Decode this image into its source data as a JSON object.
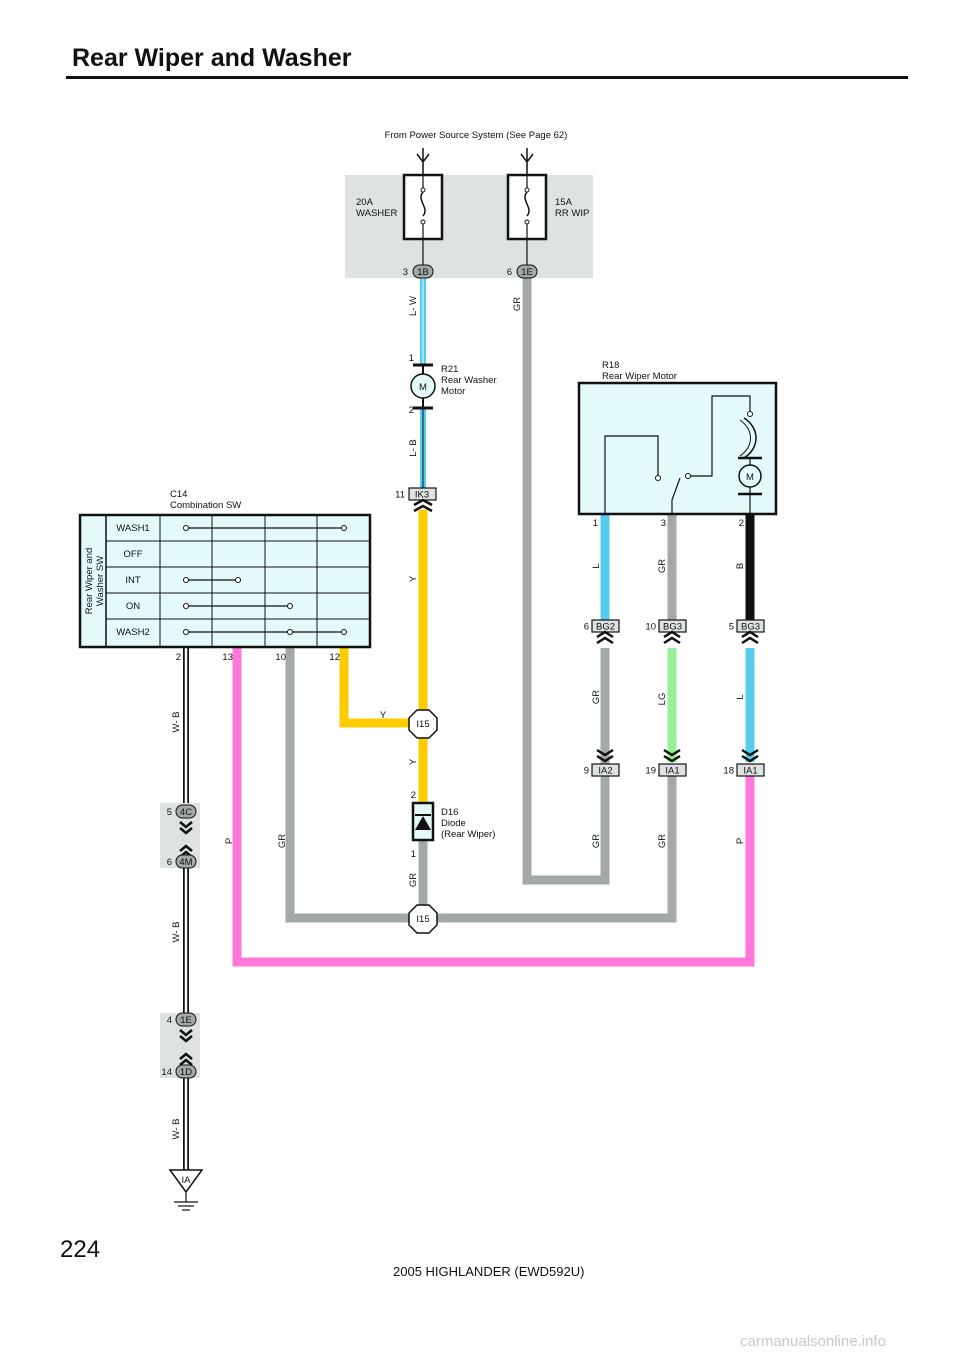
{
  "page": {
    "title": "Rear Wiper and Washer",
    "page_number": "224",
    "document_id": "2005 HIGHLANDER (EWD592U)",
    "watermark": "carmanualsonline.info"
  },
  "power_source": {
    "label": "From Power Source System (See Page 62)"
  },
  "fuses": [
    {
      "id": "washer_fuse",
      "rating": "20A",
      "name": "WASHER",
      "connector": "1B",
      "pin": "3"
    },
    {
      "id": "rr_wip_fuse",
      "rating": "15A",
      "name": "RR WIP",
      "connector": "1E",
      "pin": "6"
    }
  ],
  "washer_motor": {
    "code": "R21",
    "name_line1": "Rear Washer",
    "name_line2": "Motor",
    "symbol": "M",
    "pin_top": "1",
    "pin_bottom": "2"
  },
  "wiper_motor": {
    "code": "R18",
    "name": "Rear Wiper Motor",
    "symbol": "M",
    "pins": [
      "1",
      "3",
      "2"
    ]
  },
  "combination_switch": {
    "code": "C14",
    "name": "Combination SW",
    "side_label_line1": "Rear Wiper and",
    "side_label_line2": "Washer SW",
    "rows": [
      "WASH1",
      "OFF",
      "INT",
      "ON",
      "WASH2"
    ],
    "pins": [
      "2",
      "13",
      "10",
      "12"
    ]
  },
  "diode": {
    "code": "D16",
    "name_line1": "Diode",
    "name_line2": "(Rear Wiper)",
    "pin_top": "2",
    "pin_bottom": "1"
  },
  "connectors": [
    {
      "id": "ik3",
      "pin": "11",
      "label": "IK3"
    },
    {
      "id": "bg2",
      "pin": "6",
      "label": "BG2"
    },
    {
      "id": "bg3a",
      "pin": "10",
      "label": "BG3"
    },
    {
      "id": "bg3b",
      "pin": "5",
      "label": "BG3"
    },
    {
      "id": "ia2",
      "pin": "9",
      "label": "IA2"
    },
    {
      "id": "ia1a",
      "pin": "19",
      "label": "IA1"
    },
    {
      "id": "ia1b",
      "pin": "18",
      "label": "IA1"
    },
    {
      "id": "c4c",
      "pin": "5",
      "label": "4C"
    },
    {
      "id": "c4m",
      "pin": "6",
      "label": "4M"
    },
    {
      "id": "c1e",
      "pin": "4",
      "label": "1E"
    },
    {
      "id": "c1d",
      "pin": "14",
      "label": "1D"
    }
  ],
  "junctions": [
    {
      "id": "j1",
      "label": "I15"
    },
    {
      "id": "j2",
      "label": "I15"
    }
  ],
  "ground": {
    "label": "IA"
  },
  "wire_tags": [
    {
      "id": "lw",
      "text": "L- W"
    },
    {
      "id": "gr_fuse",
      "text": "GR"
    },
    {
      "id": "lb",
      "text": "L- B"
    },
    {
      "id": "y1",
      "text": "Y"
    },
    {
      "id": "y2",
      "text": "Y"
    },
    {
      "id": "y3",
      "text": "Y"
    },
    {
      "id": "gr_diode",
      "text": "GR"
    },
    {
      "id": "wb1",
      "text": "W- B"
    },
    {
      "id": "wb2",
      "text": "W- B"
    },
    {
      "id": "wb3",
      "text": "W- B"
    },
    {
      "id": "p1",
      "text": "P"
    },
    {
      "id": "gr_sw",
      "text": "GR"
    },
    {
      "id": "l1",
      "text": "L"
    },
    {
      "id": "gr_m3",
      "text": "GR"
    },
    {
      "id": "b1",
      "text": "B"
    },
    {
      "id": "gr_bg2",
      "text": "GR"
    },
    {
      "id": "lg",
      "text": "LG"
    },
    {
      "id": "l2",
      "text": "L"
    },
    {
      "id": "gr_ia2",
      "text": "GR"
    },
    {
      "id": "gr_ia1",
      "text": "GR"
    },
    {
      "id": "p2",
      "text": "P"
    }
  ],
  "colors": {
    "light_blue": "#55ccee",
    "gray": "#a3a8a9",
    "yellow": "#ffcc00",
    "pink": "#ff77dd",
    "light_green": "#99ee99",
    "black": "#111111",
    "component_fill": "#e4f9f9",
    "fuse_box_fill": "#dfe2e2"
  }
}
